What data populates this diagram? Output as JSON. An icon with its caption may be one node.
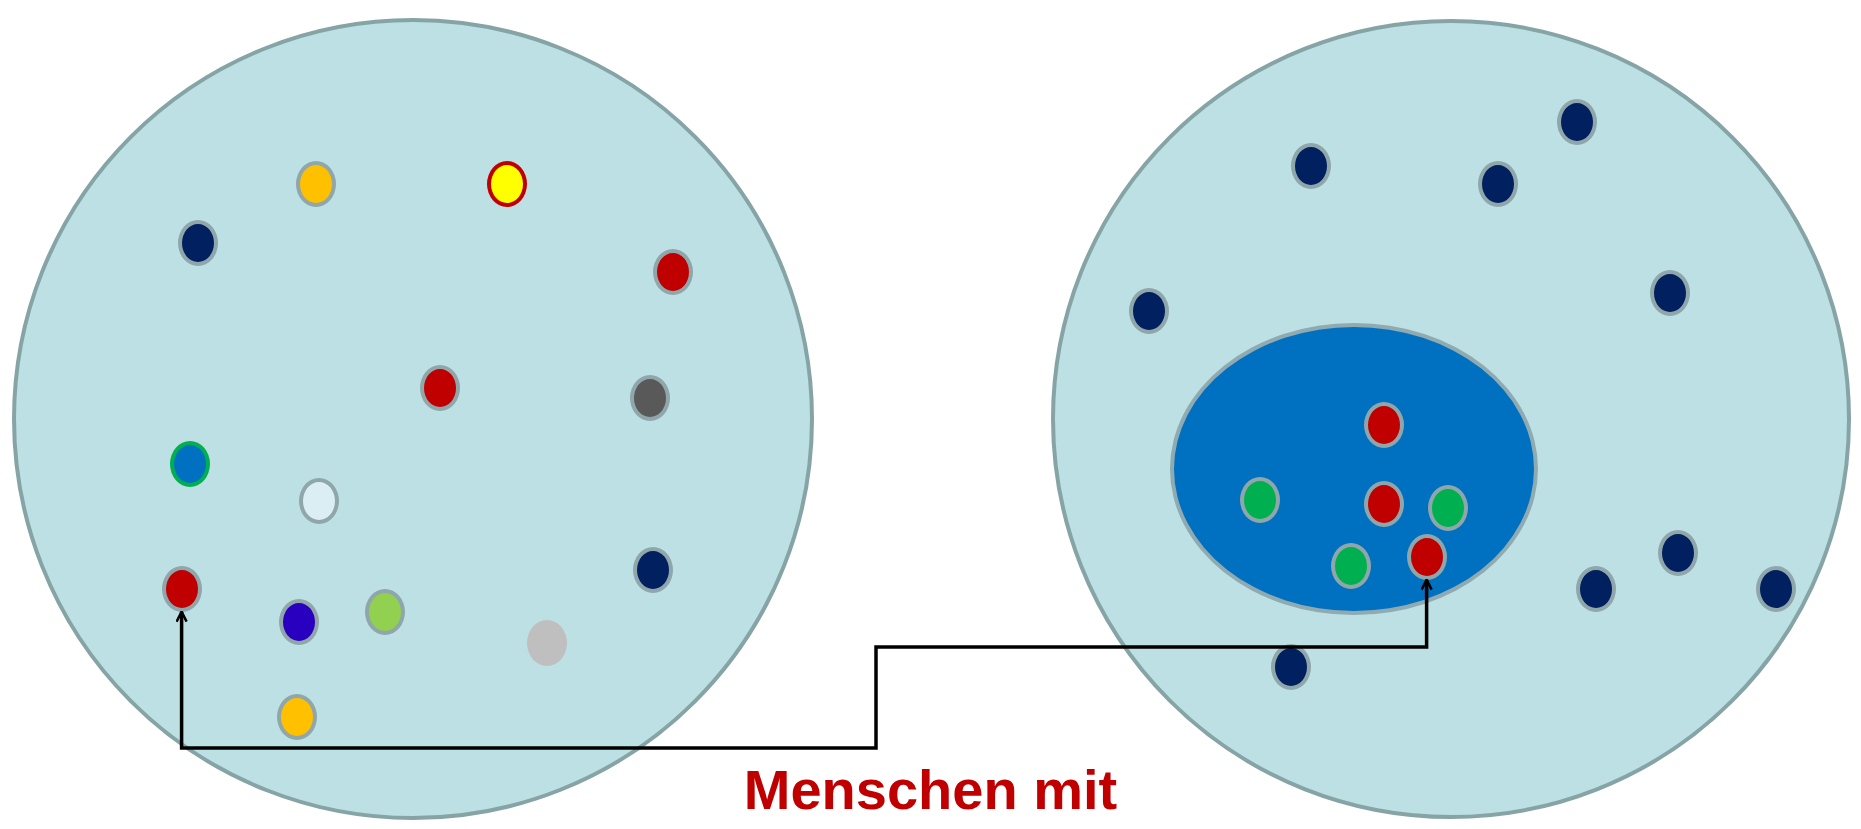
{
  "diagram": {
    "nodes": [
      {
        "text": [],
        "shape": "circle"
      },
      {
        "text": [],
        "shape": "ellipse",
        "in": 0
      },
      {
        "text": [],
        "shape": "ellipse",
        "in": 0
      },
      {
        "text": [],
        "shape": "ellipse",
        "in": 0
      },
      {
        "text": [],
        "shape": "ellipse",
        "in": 0
      },
      {
        "text": [],
        "shape": "ellipse",
        "in": 0
      },
      {
        "text": [],
        "shape": "ellipse",
        "in": 0
      },
      {
        "text": [],
        "shape": "ellipse",
        "in": 0
      },
      {
        "text": [],
        "shape": "ellipse",
        "in": 0
      },
      {
        "text": [],
        "shape": "ellipse",
        "in": 0
      },
      {
        "text": [],
        "shape": "ellipse",
        "in": 0
      },
      {
        "text": [],
        "shape": "ellipse",
        "in": 0
      },
      {
        "text": [],
        "shape": "ellipse",
        "in": 0
      },
      {
        "text": [],
        "shape": "ellipse",
        "in": 0
      },
      {
        "text": [],
        "shape": "ellipse",
        "in": 0
      },
      {
        "text": [],
        "shape": "circle"
      },
      {
        "text": [],
        "shape": "ellipse",
        "in": 15
      },
      {
        "text": [],
        "shape": "ellipse",
        "in": 15
      },
      {
        "text": [],
        "shape": "ellipse",
        "in": 15
      },
      {
        "text": [],
        "shape": "ellipse",
        "in": 15
      },
      {
        "text": [],
        "shape": "ellipse",
        "in": 15
      },
      {
        "text": [],
        "shape": "ellipse",
        "in": 15
      },
      {
        "text": [],
        "shape": "ellipse",
        "in": 15
      },
      {
        "text": [],
        "shape": "ellipse",
        "in": 15
      },
      {
        "text": [],
        "shape": "ellipse",
        "in": 15
      },
      {
        "text": [],
        "shape": "ellipse",
        "in": 15
      },
      {
        "text": [],
        "shape": "ellipse",
        "in": 25
      },
      {
        "text": [],
        "shape": "ellipse",
        "in": 25
      },
      {
        "text": [],
        "shape": "ellipse",
        "in": 25
      },
      {
        "text": [],
        "shape": "ellipse",
        "in": 25
      },
      {
        "text": [],
        "shape": "ellipse",
        "in": 25
      },
      {
        "text": [],
        "shape": "ellipse",
        "in": 25
      }
    ],
    "edges": [
      {
        "from": 10,
        "to": 30,
        "arrow": "both"
      }
    ],
    "labels": [
      "Menschen mit"
    ]
  }
}
